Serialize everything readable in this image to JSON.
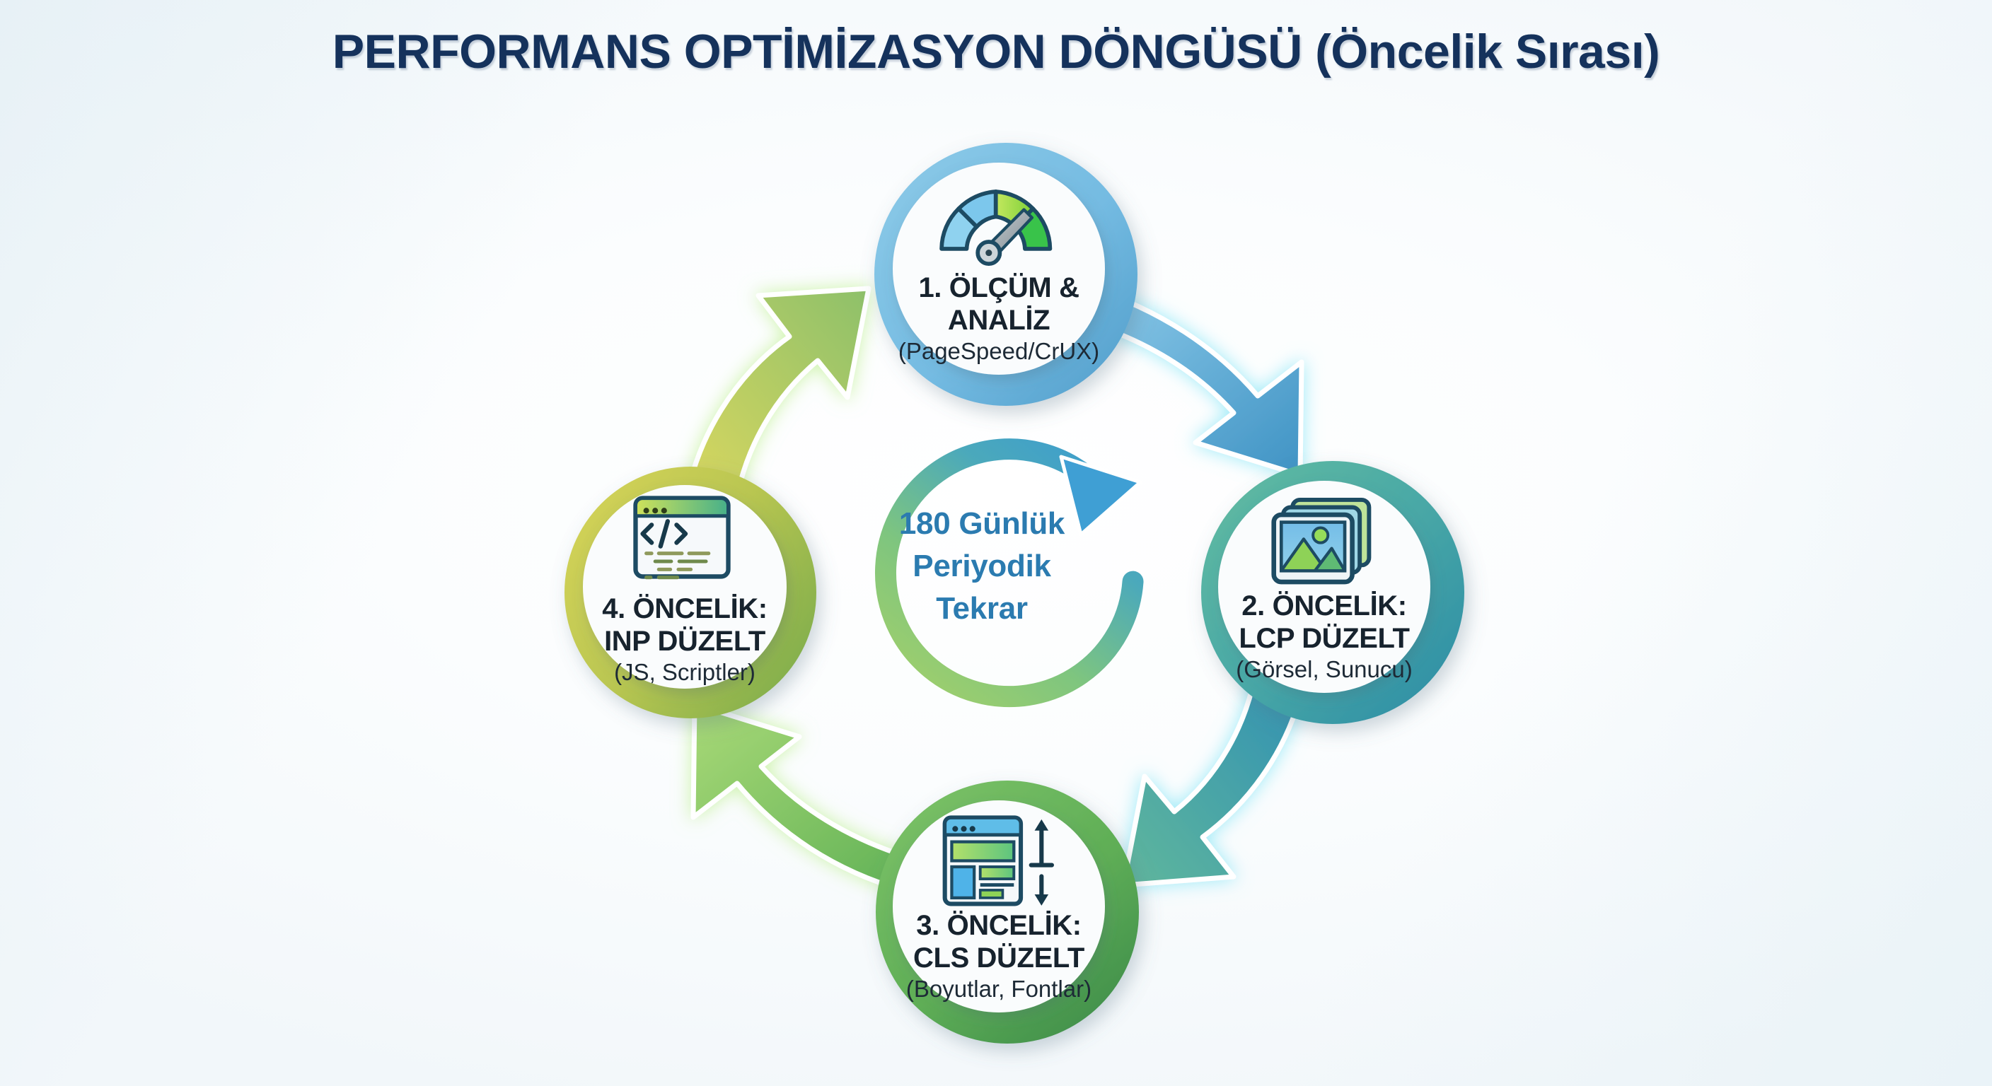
{
  "title": "PERFORMANS OPTİMİZASYON DÖNGÜSÜ (Öncelik Sırası)",
  "center": {
    "line1": "180 Günlük",
    "line2": "Periyodik",
    "line3": "Tekrar",
    "icon": "circular-refresh-arrow-icon",
    "text_color": "#2b7bb0",
    "ring_gradient_from": "#8cc63f",
    "ring_gradient_to": "#3b9bd1"
  },
  "nodes": [
    {
      "id": "olcum-analiz",
      "icon": "speedometer-gauge-icon",
      "line1": "1. ÖLÇÜM &",
      "line2": "ANALİZ",
      "sub": "(PageSpeed/CrUX)",
      "ring_color": "#7cc0e4",
      "ring_color_dark": "#4f9cc9"
    },
    {
      "id": "lcp-duzelt",
      "icon": "image-stack-icon",
      "line1": "2. ÖNCELİK:",
      "line2": "LCP DÜZELT",
      "sub": "(Görsel, Sunucu)",
      "ring_color": "#56b49c",
      "ring_color_dark": "#2d8fa8"
    },
    {
      "id": "cls-duzelt",
      "icon": "layout-shift-icon",
      "line1": "3. ÖNCELİK:",
      "line2": "CLS DÜZELT",
      "sub": "(Boyutlar, Fontlar)",
      "ring_color": "#6cb95e",
      "ring_color_dark": "#3f8f4c"
    },
    {
      "id": "inp-duzelt",
      "icon": "code-window-icon",
      "line1": "4. ÖNCELİK:",
      "line2": "INP DÜZELT",
      "sub": "(JS, Scriptler)",
      "ring_color": "#c9cc52",
      "ring_color_dark": "#7cae4d"
    }
  ],
  "arrows": [
    {
      "id": "arrow-1-to-2",
      "from": "olcum-analiz",
      "to": "lcp-duzelt",
      "color_from": "#7fc4e8",
      "color_to": "#3f93c4",
      "direction": "down-right"
    },
    {
      "id": "arrow-2-to-3",
      "from": "lcp-duzelt",
      "to": "cls-duzelt",
      "color_from": "#2f8fb4",
      "color_to": "#55ad96",
      "direction": "down-left"
    },
    {
      "id": "arrow-3-to-4",
      "from": "cls-duzelt",
      "to": "inp-duzelt",
      "color_from": "#6cba5e",
      "color_to": "#9ed36e",
      "direction": "up-left"
    },
    {
      "id": "arrow-4-to-1",
      "from": "inp-duzelt",
      "to": "olcum-analiz",
      "color_from": "#d4d35c",
      "color_to": "#93c266",
      "direction": "up-right"
    }
  ]
}
